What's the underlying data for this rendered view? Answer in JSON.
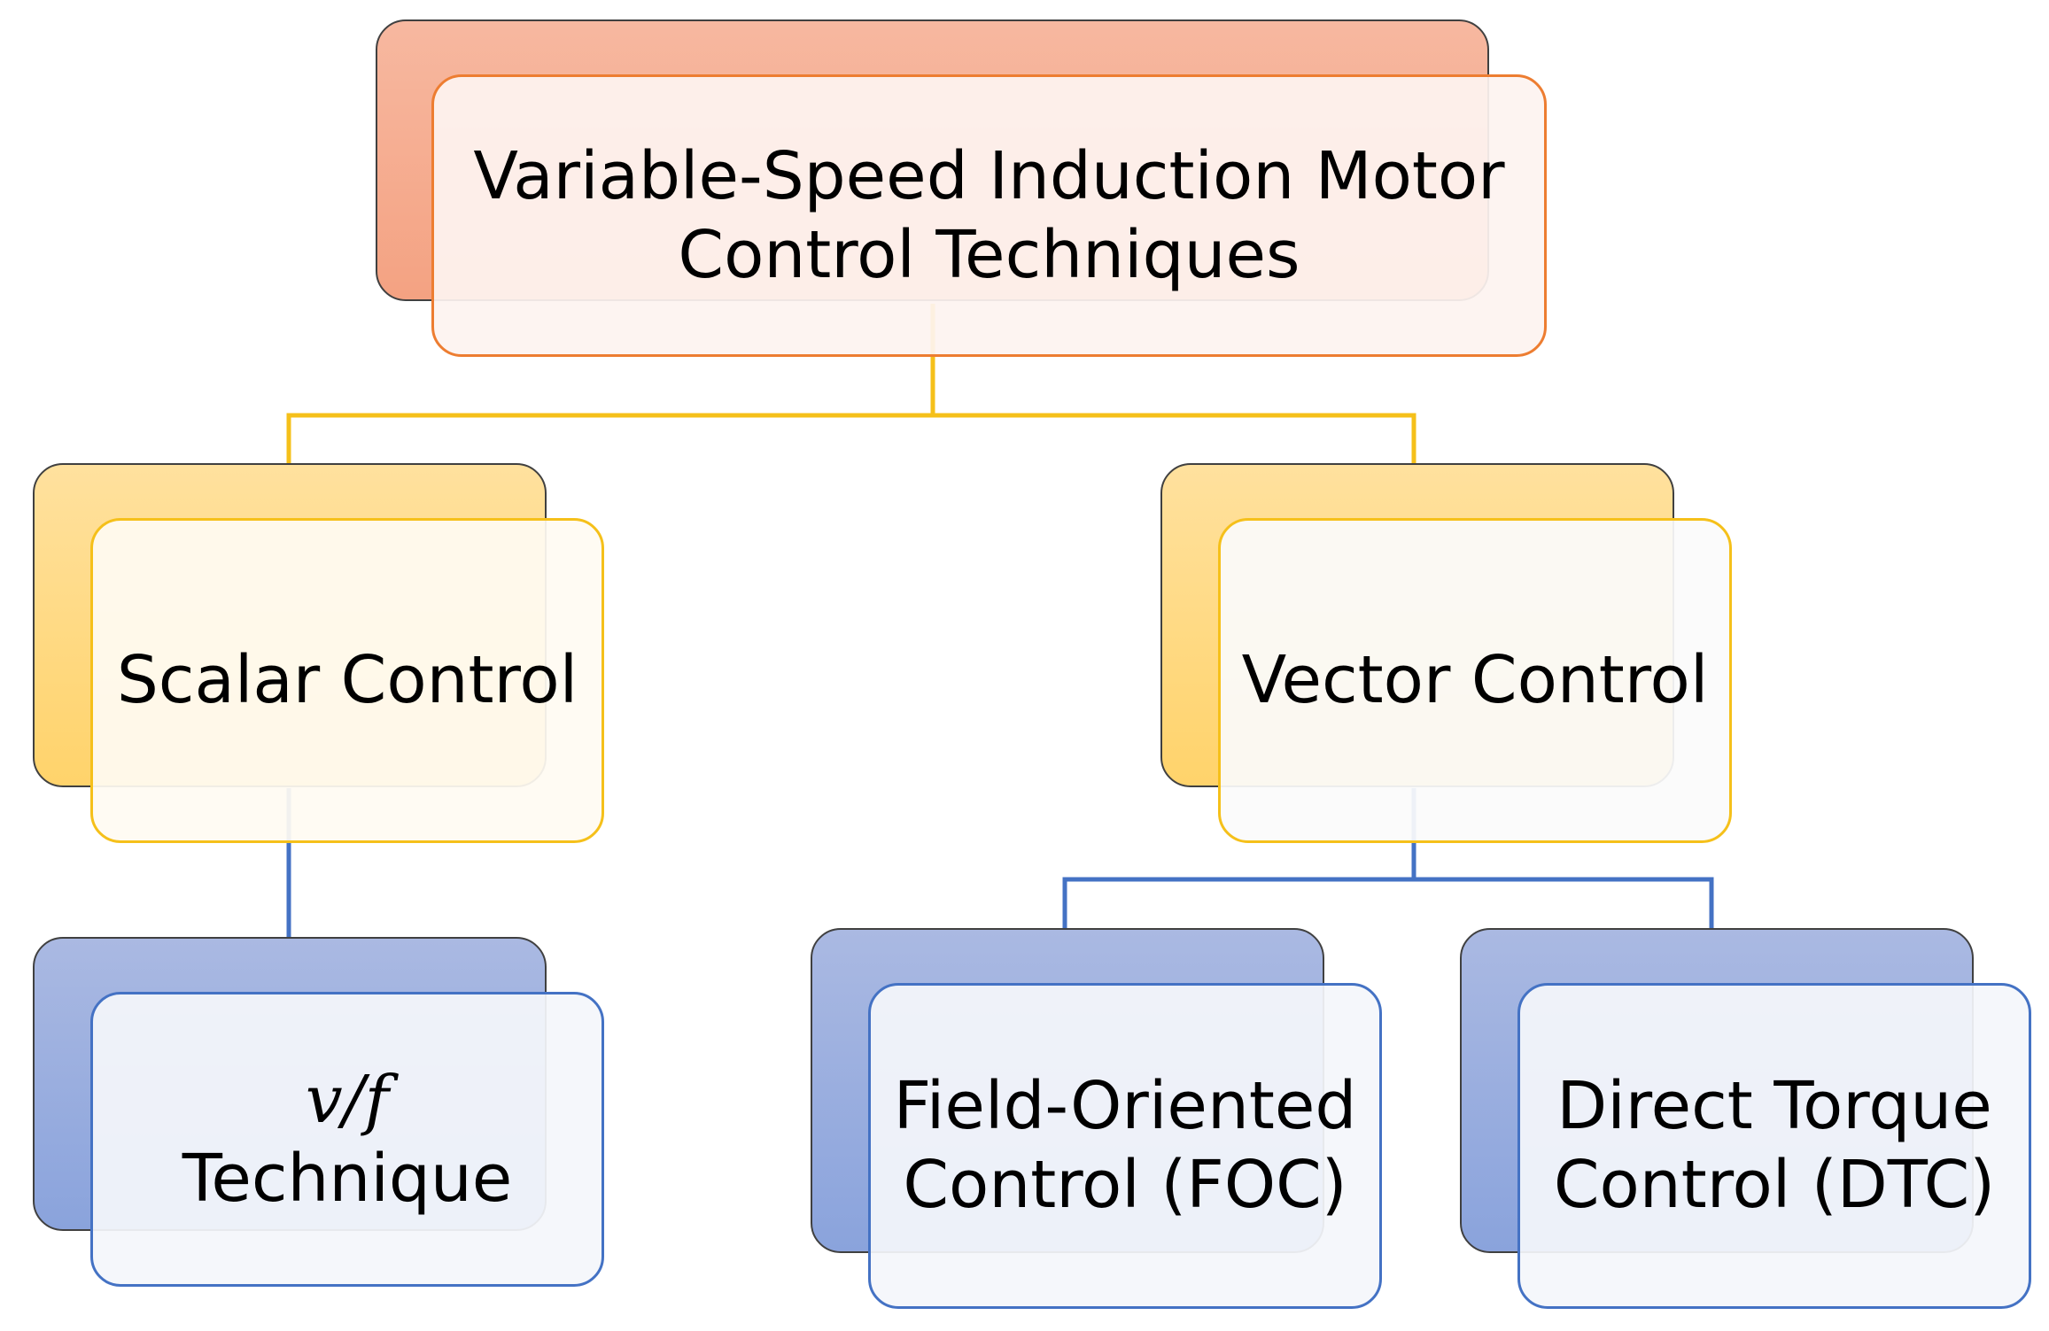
{
  "diagram": {
    "root": {
      "line1": "Variable-Speed Induction Motor",
      "line2": "Control Techniques"
    },
    "scalar": {
      "label": "Scalar Control"
    },
    "vector": {
      "label": "Vector Control"
    },
    "vf": {
      "formula": "v/f",
      "label": "Technique"
    },
    "foc": {
      "line1": "Field-Oriented",
      "line2": "Control (FOC)"
    },
    "dtc": {
      "line1": "Direct Torque",
      "line2": "Control (DTC)"
    }
  },
  "colors": {
    "root_accent": "#F4A582",
    "level1_accent": "#FFD36B",
    "level2_accent": "#8AA3DC",
    "connector_level1": "#F5C01A",
    "connector_level2": "#4472C4"
  }
}
